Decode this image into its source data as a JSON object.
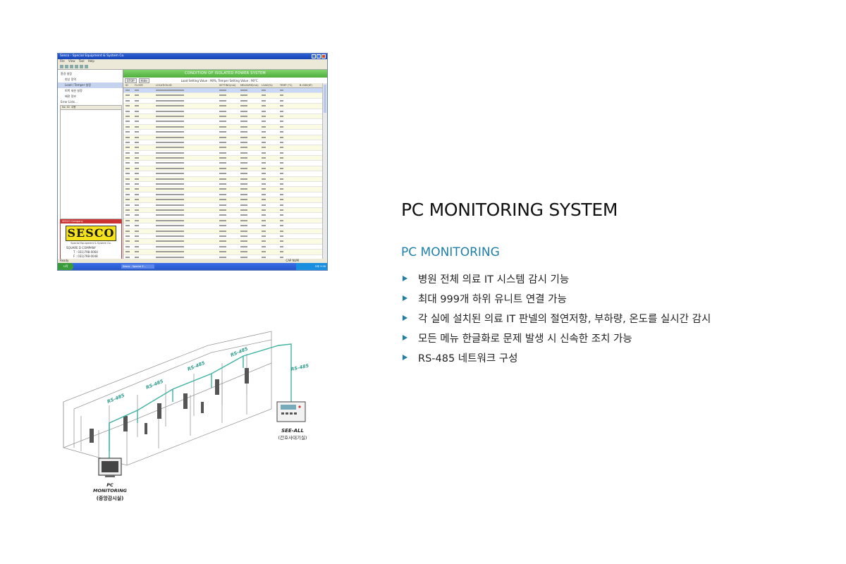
{
  "right_panel": {
    "title": "PC MONITORING SYSTEM",
    "subtitle": "PC MONITORING",
    "bullets": [
      "병원 전체 의료 IT 시스템 감시 기능",
      "최대 999개 하위 유니트 연결 가능",
      "각 실에 설치된 의료 IT 판넬의 절연저항, 부하량, 온도를 실시간 감시",
      "모든 메뉴 한글화로 문제 발생 시 신속한 조치 가능",
      "RS-485 네트워크 구성"
    ]
  },
  "screenshot": {
    "window_title": "Sesco - Special Equipment & System Co.",
    "menu": [
      "File",
      "View",
      "Tool",
      "Help"
    ],
    "left_panel": {
      "header": "환경 설정",
      "items": [
        "현상 정역",
        "Load / Temper 설정",
        "피복 세션 설정",
        "배관 정보"
      ],
      "error_label": "Error Lists...",
      "error_columns": [
        "No",
        "ID",
        "내용"
      ]
    },
    "card": {
      "header": "SESCO Company",
      "logo": "SESCO",
      "tagline": "Special Equipment & System Co.",
      "partner": "SQUARE D COMPANY",
      "tel": "T : 031)798-0064",
      "fax": "F : 031)798-0048"
    },
    "banner": "CONDITION OF ISOLATED POWER SYSTEM",
    "buttons": [
      "STOP",
      "Hide"
    ],
    "settings_text": "Load Setting Value : 90%, Temper Setting Value : 90°C",
    "columns": [
      "ID",
      "FLOOR",
      "LOCATION.ID",
      "SETTING(mA)",
      "MEASURE(mA)",
      "LOAD(%)",
      "TEMP (°C)",
      "B-ODE(KT)"
    ],
    "status_left": "Ready",
    "status_right": "CAP NUM",
    "taskbar_start": "시작",
    "taskbar_task": "Sesco - Special E...",
    "taskbar_clock": "오후 5:56"
  },
  "diagram": {
    "bus_labels": [
      "RS-485",
      "RS-485",
      "RS-485",
      "RS-485",
      "RS-485"
    ],
    "pc_label_line1": "PC",
    "pc_label_line2": "MONITORING",
    "pc_label_line3": "(중앙감시실)",
    "seeall_label": "SEE-ALL",
    "seeall_sub": "(간호사대기실)"
  }
}
